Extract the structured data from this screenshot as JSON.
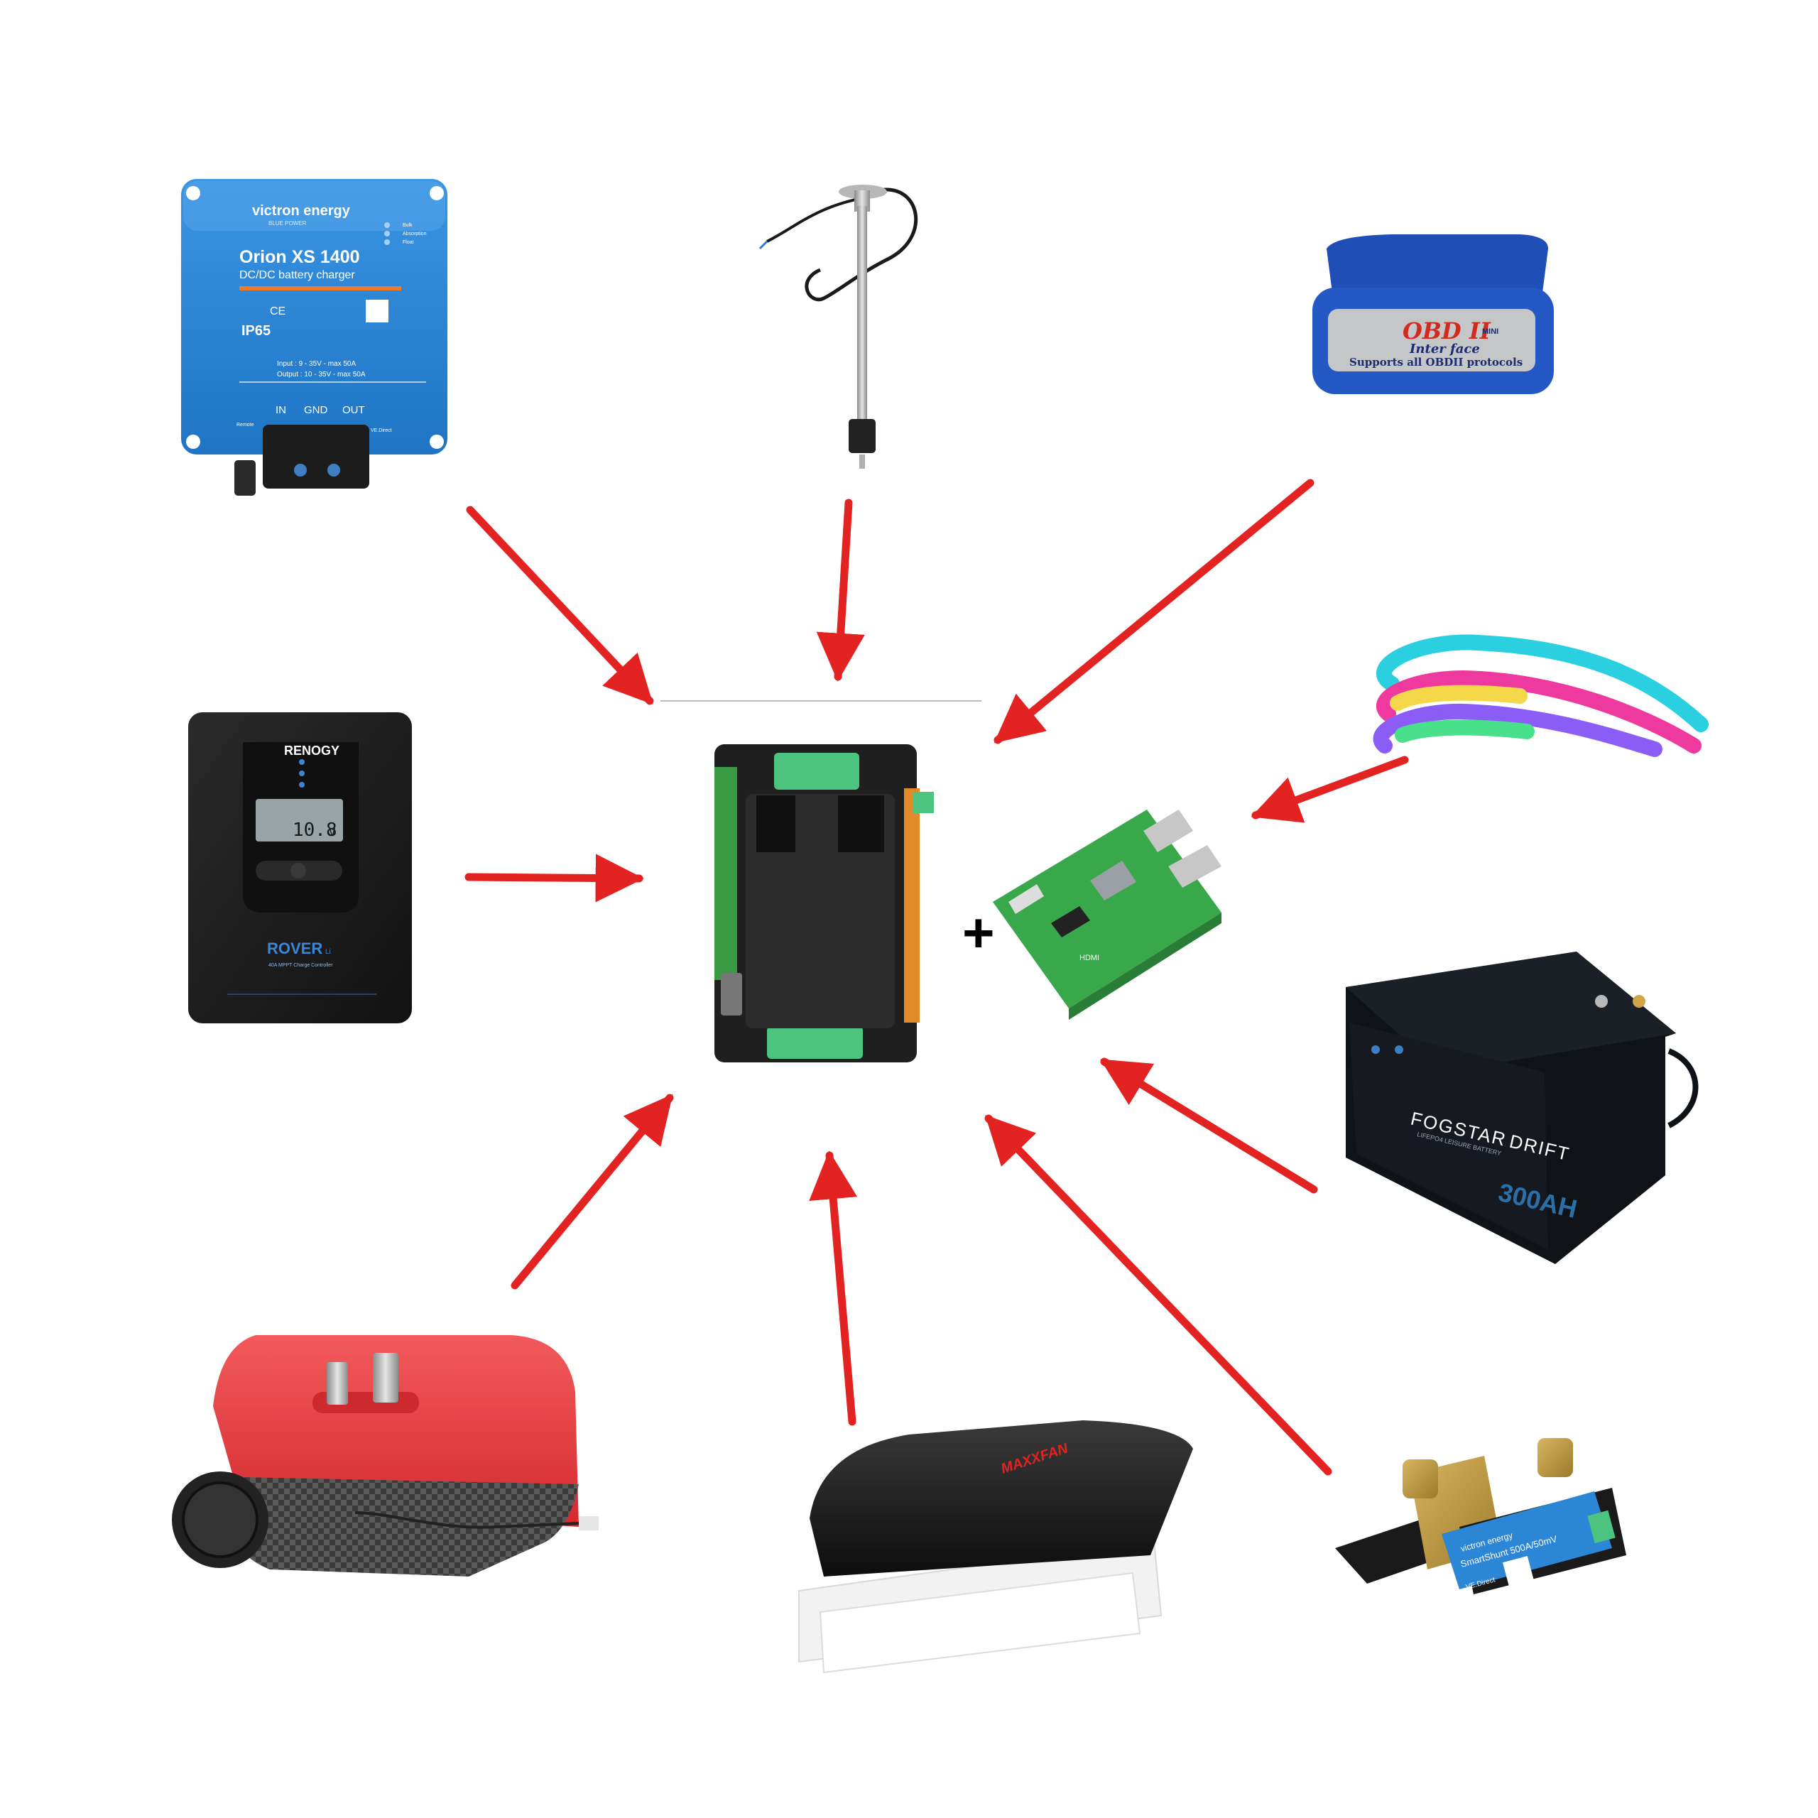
{
  "diagram": {
    "hub_joiner": "+",
    "colors": {
      "arrow": "#e32322",
      "victron_blue": "#2c86d6",
      "renogy_black": "#1b1b1b",
      "heater_red": "#e8363a",
      "battery_blue": "#2a6fa8"
    },
    "devices": {
      "orion": {
        "brand": "victron energy",
        "subbrand": "BLUE POWER",
        "model": "Orion XS 1400",
        "desc": "DC/DC battery charger",
        "ip": "IP65",
        "input": "Input   : 9 - 35V - max 50A",
        "output": "Output  : 10 - 35V - max 50A",
        "terminal_in": "IN",
        "terminal_gnd": "GND",
        "terminal_out": "OUT",
        "remote": "Remote",
        "ve_direct": "VE.Direct",
        "led_bulk": "Bulk",
        "led_absorption": "Absorption",
        "led_float": "Float",
        "cert_ce": "CE"
      },
      "obd": {
        "title": "OBD II",
        "subtitle": "Inter face",
        "mini": "MINI",
        "tagline": "Supports all OBDII protocols"
      },
      "renogy": {
        "brand": "RENOGY",
        "reading": "10.8",
        "unit": "V",
        "series": "ROVER",
        "series_suffix": "Li",
        "caption": "40A MPPT Charge Controller"
      },
      "battery": {
        "brand_a": "FOGSTAR",
        "brand_b": "DRIFT",
        "chem": "LIFEPO4 LEISURE BATTERY",
        "capacity": "300AH"
      },
      "fan": {
        "brand": "MAXXFAN"
      },
      "shunt": {
        "brand": "victron energy",
        "model": "SmartShunt 500A/50mV",
        "port": "VE.Direct"
      },
      "rpi": {
        "port": "HDMI"
      }
    }
  }
}
